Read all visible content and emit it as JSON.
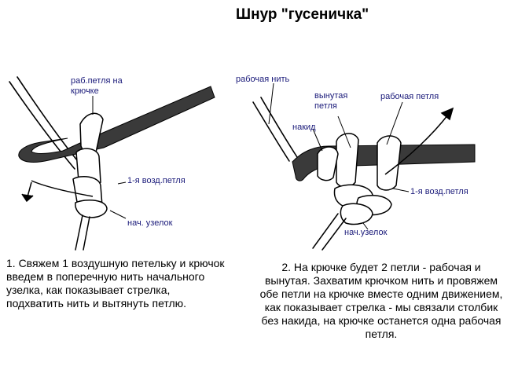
{
  "title": "Шнур \"гусеничка\"",
  "figure1": {
    "labels": {
      "working_loop": "раб.петля на крючке",
      "first_chain": "1-я возд.петля",
      "start_knot": "нач. узелок"
    },
    "description": "1. Свяжем 1 воздушную петельку и крючок введем в поперечную нить начального узелка, как показывает стрелка, подхватить нить и вытянуть петлю."
  },
  "figure2": {
    "labels": {
      "working_thread": "рабочая нить",
      "pulled_loop": "вынутая петля",
      "working_loop": "рабочая петля",
      "yarn_over": "накид",
      "first_chain": "1-я возд.петля",
      "start_knot": "нач.узелок"
    },
    "description": "2. На крючке будет 2 петли - рабочая и вынутая. Захватим крючком нить и провяжем обе петли на крючке вместе одним движением, как показывает стрелка - мы связали столбик без накида, на крючке останется одна рабочая петля."
  },
  "colors": {
    "hook": "#3a3a3a",
    "thread_outline": "#000000",
    "label_text": "#1a1a7a"
  }
}
